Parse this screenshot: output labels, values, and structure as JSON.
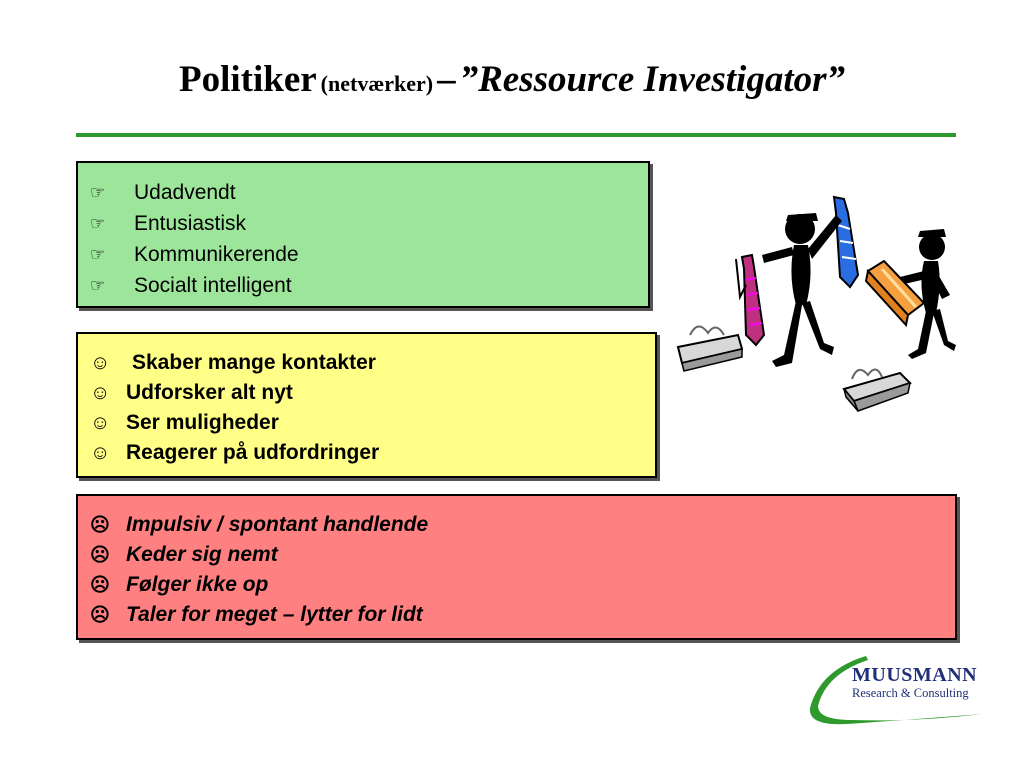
{
  "title": {
    "main": "Politiker",
    "sub": "(netværker)",
    "dash": "–",
    "role": "”Ressource Investigator”"
  },
  "icons": {
    "pointing": "pointing-hand-icon",
    "smile": "smiley-icon",
    "frown": "frowny-icon"
  },
  "colors": {
    "rule": "#2e9a2e",
    "green_box": "#9ce59a",
    "yellow_box": "#ffff88",
    "red_box": "#ff8080",
    "logo_swoosh": "#2e9a2e",
    "logo_text": "#1f2f7a"
  },
  "traits": {
    "items": [
      "Udadvendt",
      "Entusiastisk",
      "Kommunikerende",
      "Socialt intelligent"
    ]
  },
  "strengths": {
    "items": [
      "Skaber mange kontakter",
      "Udforsker alt nyt",
      "Ser muligheder",
      "Reagerer på udfordringer"
    ]
  },
  "weaknesses": {
    "items": [
      "Impulsiv / spontant handlende",
      "Keder sig nemt",
      "Følger ikke op",
      "Taler for meget – lytter for lidt"
    ]
  },
  "logo": {
    "name": "MUUSMANN",
    "tagline": "Research & Consulting"
  }
}
